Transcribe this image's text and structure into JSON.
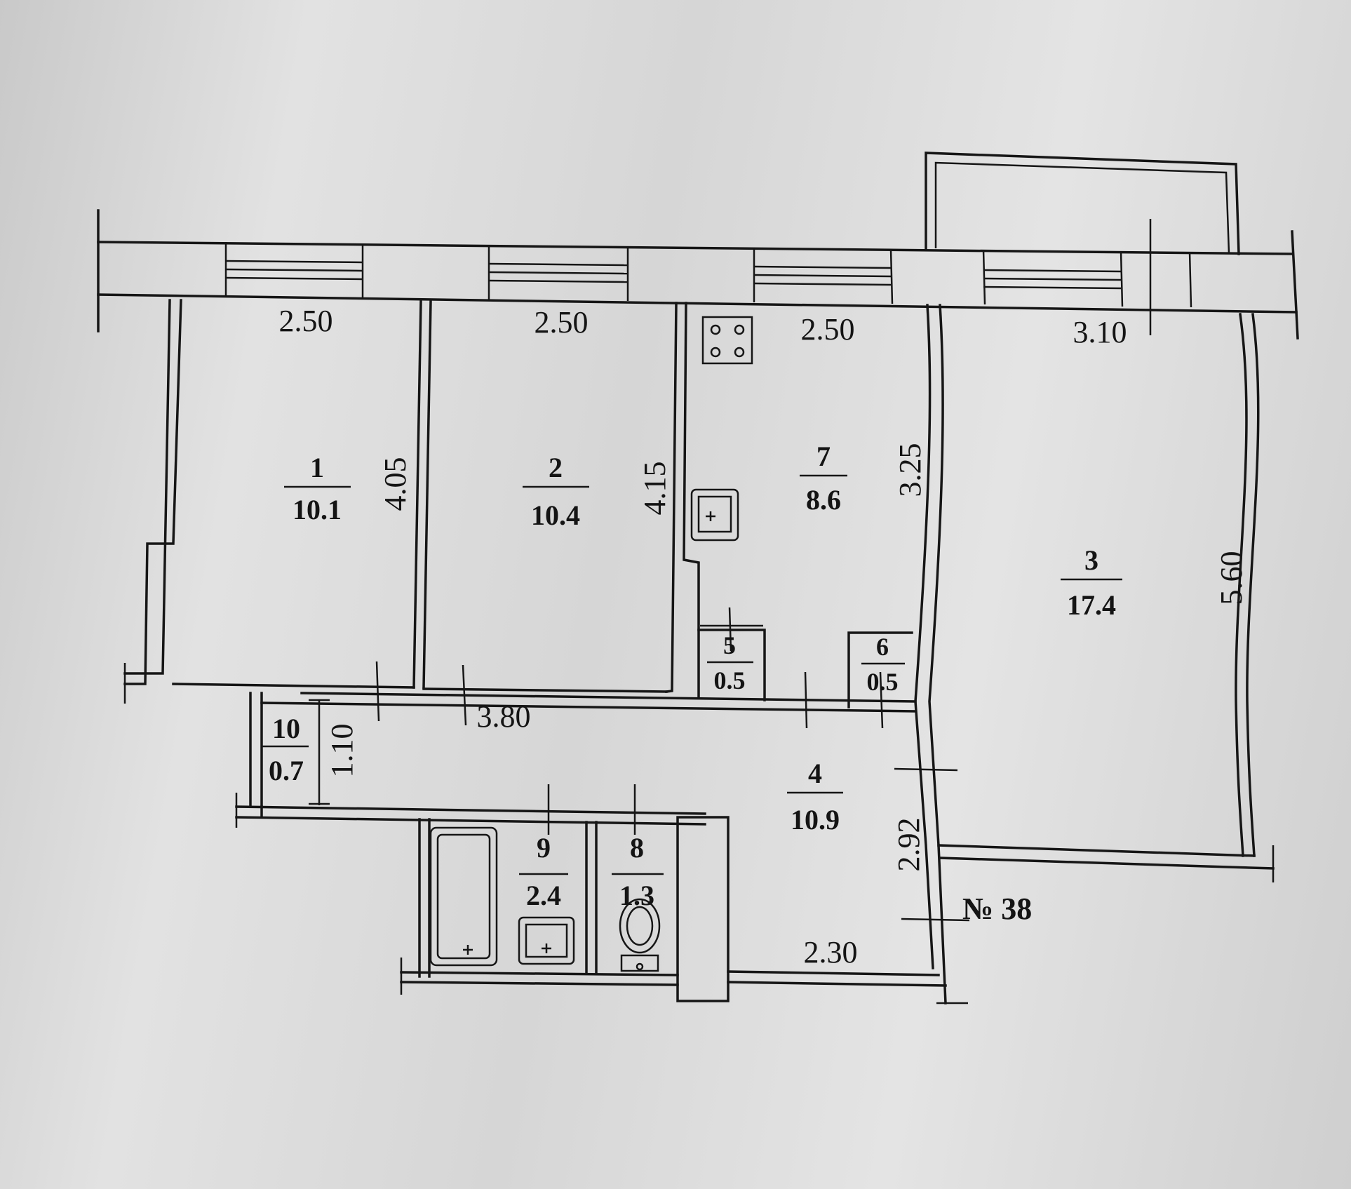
{
  "plan": {
    "apartment_label": "№ 38",
    "rooms": [
      {
        "id": "1",
        "number": "1",
        "area": "10.1"
      },
      {
        "id": "2",
        "number": "2",
        "area": "10.4"
      },
      {
        "id": "3",
        "number": "3",
        "area": "17.4"
      },
      {
        "id": "4",
        "number": "4",
        "area": "10.9"
      },
      {
        "id": "5",
        "number": "5",
        "area": "0.5"
      },
      {
        "id": "6",
        "number": "6",
        "area": "0.5"
      },
      {
        "id": "7",
        "number": "7",
        "area": "8.6"
      },
      {
        "id": "8",
        "number": "8",
        "area": "1.3"
      },
      {
        "id": "9",
        "number": "9",
        "area": "2.4"
      },
      {
        "id": "10",
        "number": "10",
        "area": "0.7"
      }
    ],
    "dimensions": {
      "room1_width": "2.50",
      "room2_width": "2.50",
      "room7_width": "2.50",
      "room3_width": "3.10",
      "room1_depth": "4.05",
      "room2_depth": "4.15",
      "room7_depth": "3.25",
      "room3_depth": "5.60",
      "corridor_length": "3.80",
      "room10_depth": "1.10",
      "room4_depth": "2.92",
      "room4_width": "2.30"
    },
    "icons": [
      "stove-icon",
      "sink-icon",
      "bathtub-icon",
      "washbasin-icon",
      "toilet-icon"
    ]
  }
}
